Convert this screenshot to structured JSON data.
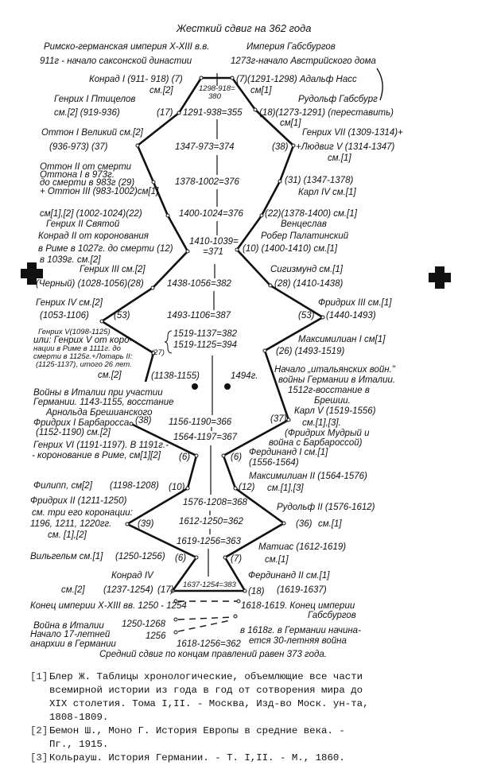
{
  "title": "Жесткий сдвиг на 362 года",
  "left": [
    "Римско-германская империя X-XIII в.в.",
    "911г - начало саксонской династии",
    "Конрад I (911- 918) (7)",
    "см.[2]",
    "Генрих I Птицелов",
    "см.[2] (919-936)",
    "(17)",
    "Оттон I Великий см.[2]",
    "(936-973) (37)",
    "Оттон II от смерти",
    "Оттона I в 973г.",
    "до смерти в 983г (29)",
    "+ Оттон III (983-1002)см[1]",
    "см[1],[2] (1002-1024)(22)",
    "Генрих II Святой",
    "Конрад II от коронования",
    "в Риме в 1027г. до смерти (12)",
    "в 1039г. см.[2]",
    "Генрих III см.[2]",
    "(Черный) (1028-1056)(28)",
    "Генрих IV см.[2]",
    "(1053-1106)",
    "(53)",
    "Генрих V(1098-1125)",
    "или: Генрих V от коро-",
    "нации в Риме в 1111г. до",
    "смерти в 1125г.+Лотарь II:",
    "(1125-1137), итого 26 лет.",
    "см.[2]",
    "(27)",
    "(1138-1155)",
    "Войны в Италии при участии",
    "Германии. 1143-1155, восстание",
    "Арнольда Брешианского",
    "Фридрих I Барбаросса",
    "(38)",
    "(1152-1190) см.[2]",
    "Генрих VI (1191-1197). В 1191г.-",
    "- коронование в Риме, см[1][2]",
    "(6)",
    "Филипп, см[2]",
    "(1198-1208)",
    "(10)",
    "Фридрих II (1211-1250)",
    "см. три его коронации:",
    "1196, 1211, 1220гг.",
    "(39)",
    "см. [1],[2]",
    "Вильгельм см.[1]",
    "(1250-1256)",
    "(6)",
    "Конрад IV",
    "см.[2]",
    "(1237-1254)",
    "(17)"
  ],
  "right": [
    "Империя Габсбургов",
    "1273г-начало Австрийского дома",
    "(7)(1291-1298) Адальф Насс",
    "см[1]",
    "Рудольф Габсбург",
    "(18)(1273-1291) (переставить)",
    "см[1]",
    "Генрих VII (1309-1314)+",
    "(38)",
    "+Людвиг V (1314-1347)",
    "см.[1]",
    "(31) (1347-1378)",
    "Карл IV см.[1]",
    "(22)(1378-1400) см.[1]",
    "Венцеслав",
    "Робер Палатинский",
    "(10) (1400-1410) см.[1]",
    "Сигизмунд см.[1]",
    "(28) (1410-1438)",
    "Фридрих III см.[1]",
    "(53)",
    "(1440-1493)",
    "Максимилиан I см[1]",
    "(26) (1493-1519)",
    "Начало „итальянских войн.\"",
    "войны Германии в Италии.",
    "1512г-восстание в",
    "Брешии.",
    "Карл V (1519-1556)",
    "(37)",
    "см.[1],[3].",
    "(Фридрих Мудрый и",
    "война с Барбароссой)",
    "Фердинанд I см.[1]",
    "(6)",
    "(1556-1564)",
    "Максимилиан II (1564-1576)",
    "(12)",
    "см.[1],[3]",
    "Рудольф II (1576-1612)",
    "(36)",
    "см.[1]",
    "Матиас (1612-1619)",
    "(7)",
    "см.[1]",
    "Фердинанд II см.[1]",
    "(18)",
    "(1619-1637)"
  ],
  "center": [
    "1298-918=",
    "380",
    "1291-938=355",
    "1347-973=374",
    "1378-1002=376",
    "1400-1024=376",
    "1410-1039=",
    "=371",
    "1438-1056=382",
    "1493-1106=387",
    "1519-1137=382",
    "1519-1125=394",
    "1494г.",
    "1156-1190=366",
    "1564-1197=367",
    "1576-1208=368",
    "1612-1250=362",
    "1619-1256=363",
    "1637-1254=383"
  ],
  "bottom": [
    "Конец империи X-XIII вв. 1250 - 1254",
    "1618-1619. Конец империи",
    "Габсбургов",
    "Война в Италии",
    "1250-1268",
    "Начало 17-летней",
    "1256",
    "в 1618г. в Германии начина-",
    "ется 30-летняя война",
    "анархии в Германии",
    "1618-1256=362",
    "Средний сдвиг по концам правлений равен 373 года."
  ],
  "references": [
    {
      "num": "[1]",
      "text": "Блер Ж.  Таблицы хронологические, объемлющие все части\nвсемирной истории из года в год от сотворения мира до\nXIX столетия. Тома I,II. - Москва, Изд-во Моск. ун-та,\n1808-1809."
    },
    {
      "num": "[2]",
      "text": "Бемон Ш., Моно Г.  История Европы в средние века. -\nПг., 1915."
    },
    {
      "num": "[3]",
      "text": "Кольрауш.  История Германии. - Т. I,II. - М., 1860."
    }
  ]
}
